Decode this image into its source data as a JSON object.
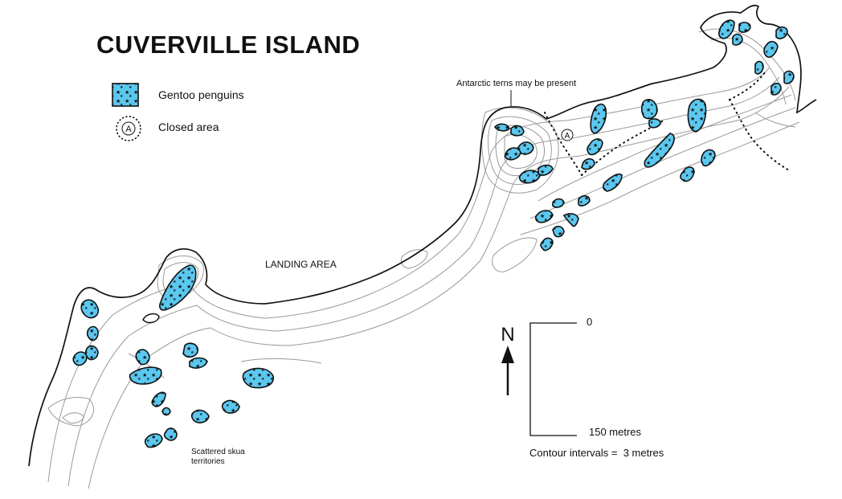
{
  "map": {
    "title": "CUVERVILLE ISLAND",
    "legend": {
      "penguins_label": "Gentoo penguins",
      "closed_label": "Closed area",
      "closed_symbol": "A"
    },
    "annotations": {
      "terns": "Antarctic terns may be present",
      "landing": "LANDING AREA",
      "skua_line1": "Scattered skua",
      "skua_line2": "territories",
      "closed_marker": "A"
    },
    "north_label": "N",
    "scale": {
      "zero_label": "0",
      "end_label": "150 metres",
      "contour_note": "Contour intervals =  3 metres"
    },
    "colors": {
      "penguin_fill": "#5bc8f0",
      "contour": "#9a9a9a",
      "coastline": "#111111"
    }
  }
}
